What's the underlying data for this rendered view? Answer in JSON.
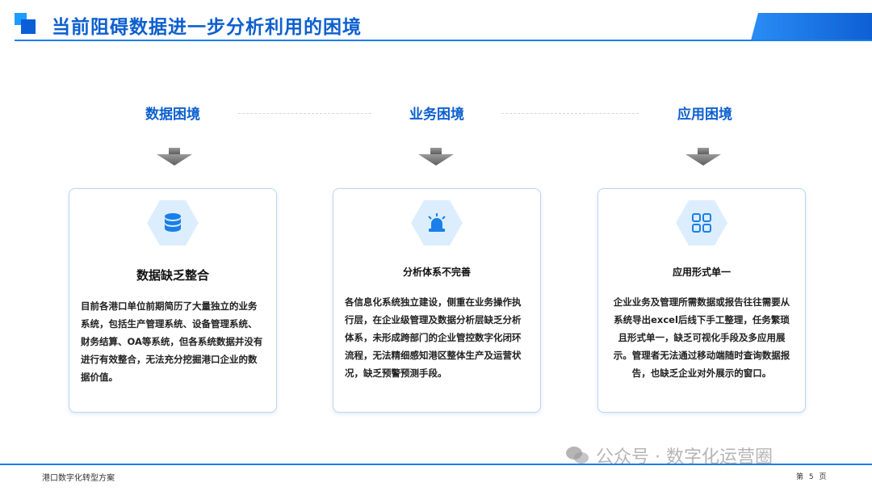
{
  "header": {
    "title": "当前阻碍数据进一步分析利用的困境"
  },
  "sections": [
    {
      "heading": "数据困境",
      "icon": "database-icon",
      "card_title": "数据缺乏整合",
      "card_text": "目前各港口单位前期简历了大量独立的业务系统，包括生产管理系统、设备管理系统、财务结算、OA等系统，但各系统数据并没有进行有效整合，无法充分挖掘港口企业的数据价值。"
    },
    {
      "heading": "业务困境",
      "icon": "alarm-light-icon",
      "card_title": "分析体系不完善",
      "card_text": "各信息化系统独立建设，侧重在业务操作执行层，在企业级管理及数据分析层缺乏分析体系，未形成跨部门的企业管控数字化闭环流程，无法精细感知港区整体生产及运营状况，缺乏预警预测手段。"
    },
    {
      "heading": "应用困境",
      "icon": "grid-apps-icon",
      "card_title": "应用形式单一",
      "card_text": "企业业务及管理所需数据或报告往往需要从系统导出excel后线下手工整理，任务繁琐且形式单一，缺乏可视化手段及多应用展示。管理者无法通过移动端随时查询数据报告，也缺乏企业对外展示的窗口。"
    }
  ],
  "footer": {
    "left": "港口数字化转型方案",
    "page": "第 5 页",
    "watermark": "公众号 · 数字化运营圈"
  },
  "colors": {
    "accent": "#0c5fcf",
    "line": "#1a7fe8",
    "icon_bg": "#dceefe",
    "card_border": "#b9d6f5"
  }
}
